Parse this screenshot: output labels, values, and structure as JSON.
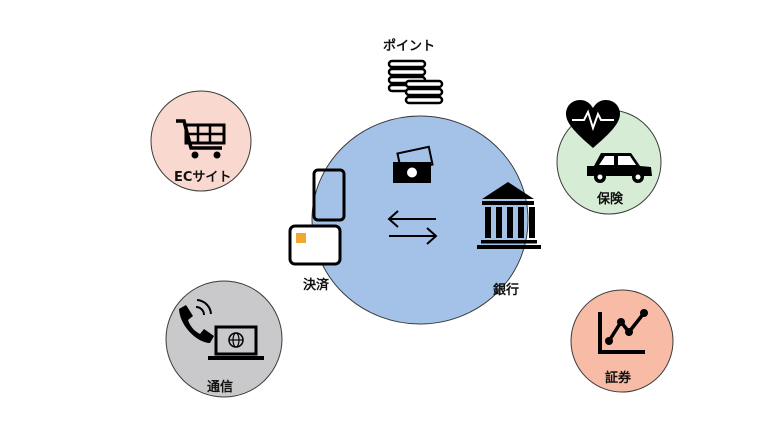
{
  "labels": {
    "point": "ポイント",
    "ec": "ECサイト",
    "insurance": "保険",
    "payment": "決済",
    "bank": "銀行",
    "telecom": "通信",
    "securities": "証券"
  },
  "colors": {
    "center": "#a4c2e8",
    "center_stroke": "#3b3b3b",
    "ec": "#f9d9cf",
    "insurance": "#d6ecd4",
    "telecom": "#c9c9cb",
    "securities": "#f8bca6",
    "icon": "#000000",
    "card_chip": "#f0a830"
  },
  "icons": {
    "point": "coin-stack-icon",
    "ec": "shopping-cart-icon",
    "insurance_health": "heart-pulse-icon",
    "insurance_car": "car-icon",
    "payment_phone": "smartphone-icon",
    "payment_card": "credit-card-icon",
    "center_money": "banknote-icon",
    "center_exchange": "exchange-arrows-icon",
    "bank": "bank-building-icon",
    "telecom_phone": "telephone-icon",
    "telecom_laptop": "laptop-globe-icon",
    "securities": "line-chart-icon"
  }
}
